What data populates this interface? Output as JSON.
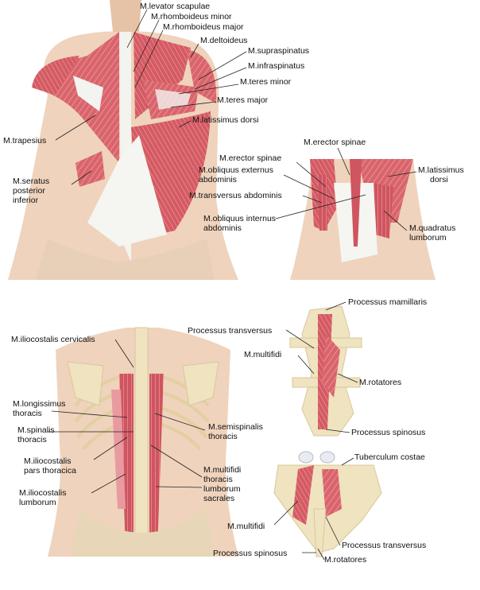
{
  "labels": {
    "levator_scapulae": "M.levator scapulae",
    "rhomboideus_minor": "M.rhomboideus minor",
    "rhomboideus_major": "M.rhomboideus major",
    "deltoideus": "M.deltoideus",
    "supraspinatus": "M.supraspinatus",
    "infraspinatus": "M.infraspinatus",
    "teres_minor": "M.teres minor",
    "teres_major": "M.teres major",
    "latissimus_dorsi": "M.latissimus dorsi",
    "trapesius": "M.trapesius",
    "seratus_1": "M.seratus",
    "seratus_2": "posterior",
    "seratus_3": "inferior",
    "erector_spinae_top": "M.erector spinae",
    "erector_spinae": "M.erector spinae",
    "obliquus_ext_1": "M.obliquus externus",
    "obliquus_ext_2": "abdominis",
    "transversus": "M.transversus abdominis",
    "obliquus_int_1": "M.obliquus internus",
    "obliquus_int_2": "abdominis",
    "latissimus_r1": "M.latissimus",
    "latissimus_r2": "dorsi",
    "quadratus_1": "M.quadratus",
    "quadratus_2": "lumborum",
    "iliocostalis_cerv": "M.iliocostalis cervicalis",
    "longissimus_1": "M.longissimus",
    "longissimus_2": "thoracis",
    "spinalis_1": "M.spinalis",
    "spinalis_2": "thoracis",
    "ilio_pars_1": "M.iliocostalis",
    "ilio_pars_2": "pars thoracica",
    "ilio_lumb_1": "M.iliocostalis",
    "ilio_lumb_2": "lumborum",
    "semispinalis_1": "M.semispinalis",
    "semispinalis_2": "thoracis",
    "multifidi_th_1": "M.multifidi",
    "multifidi_th_2": "thoracis",
    "multifidi_th_3": "lumborum",
    "multifidi_th_4": "sacrales",
    "proc_mamillaris": "Processus mamillaris",
    "proc_transversus_top": "Processus transversus",
    "multifidi_top": "M.multifidi",
    "rotatores_top": "M.rotatores",
    "proc_spinosus_top": "Processus spinosus",
    "tuberculum": "Tuberculum costae",
    "multifidi_bottom": "M.multifidi",
    "proc_transversus_bottom": "Processus transversus",
    "proc_spinosus_bottom": "Processus spinosus",
    "rotatores_bottom": "M.rotatores"
  },
  "colors": {
    "skin": "#efd3bd",
    "muscle": "#d9646c",
    "muscle_light": "#e99aa0",
    "tendon": "#f3f3ef",
    "bone": "#efe3c0",
    "bone_shade": "#d8c79a",
    "line": "#222222"
  }
}
